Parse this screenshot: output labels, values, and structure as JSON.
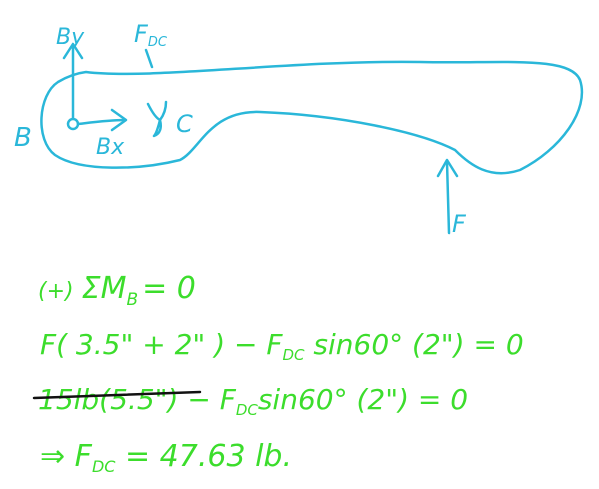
{
  "colors": {
    "diagram_ink": "#2AB7D9",
    "equation_ink": "#3CDD2C",
    "strike_ink": "#111111",
    "background": "#FFFFFF"
  },
  "diagram": {
    "labels": {
      "by": "By",
      "fdc": "F",
      "fdc_sub": "DC",
      "b": "B",
      "bx": "Bx",
      "c": "C",
      "f": "F"
    }
  },
  "equations": {
    "line1": {
      "prefix": "(+)",
      "body": "ΣM",
      "sub": "B",
      "rhs": "= 0"
    },
    "line2": {
      "a": "F( 3.5\" + 2\" ) − F",
      "sub": "DC",
      "b": " sin60° (2\") = 0"
    },
    "line3": {
      "struck": "15lb(5.5\")",
      "rest_a": " − F",
      "sub": "DC",
      "rest_b": "sin60° (2\") = 0"
    },
    "line4": {
      "arrow": "⇒",
      "a": " F",
      "sub": "DC",
      "b": " = 47.63 lb."
    }
  }
}
